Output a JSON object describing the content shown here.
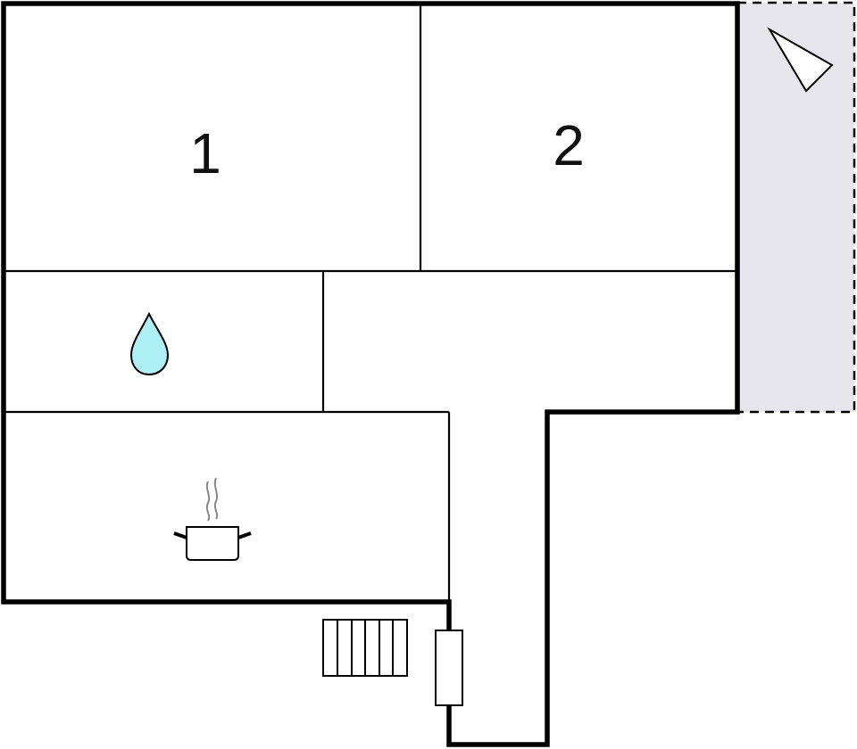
{
  "floor_plan": {
    "rooms": [
      {
        "id": "bedroom-1",
        "label": "1"
      },
      {
        "id": "bedroom-2",
        "label": "2"
      },
      {
        "id": "bathroom",
        "icon": "water-drop-icon"
      },
      {
        "id": "hallway"
      },
      {
        "id": "kitchen",
        "icon": "cooking-pot-icon"
      }
    ],
    "terrace": {
      "icon": "sun-lounger-icon",
      "fill": "#e6e6ec"
    },
    "fixtures": [
      "radiator-icon",
      "door-icon"
    ],
    "colors": {
      "wall": "#000000",
      "terrace_fill": "#e6e6ec",
      "water_drop": "#aef0f5",
      "steam": "#888888"
    }
  }
}
